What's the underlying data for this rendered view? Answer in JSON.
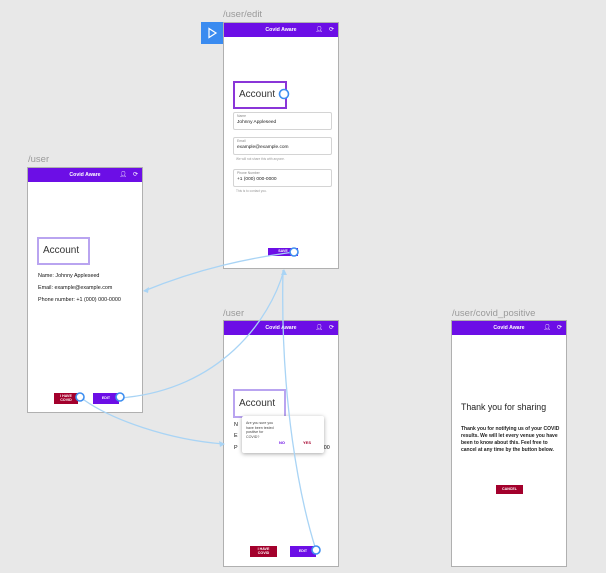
{
  "app": {
    "title": "Covid Aware",
    "icons": [
      "person-icon",
      "logout-icon"
    ]
  },
  "routes": {
    "user_left": "/user",
    "user_edit": "/user/edit",
    "user_dialog": "/user",
    "user_covid_positive": "/user/covid_positive"
  },
  "user_screen": {
    "heading": "Account",
    "name_line": "Name: Johnny Appleseed",
    "email_line": "Email: example@example.com",
    "phone_line": "Phone number: +1 (000) 000-0000",
    "covid_button": "I HAVE\nCOVID",
    "edit_button": "EDIT"
  },
  "edit_screen": {
    "heading": "Account",
    "name_label": "Name",
    "name_value": "Johnny Appleseed",
    "email_label": "Email",
    "email_value": "example@example.com",
    "email_hint": "We will not share this with anyone.",
    "phone_label": "Phone Number",
    "phone_value": "+1 (000) 000-0000",
    "phone_hint": "This is to contact you.",
    "save_button": "SAVE"
  },
  "dialog_screen": {
    "heading": "Account",
    "partial_n": "N",
    "partial_e": "E",
    "partial_p": "P",
    "partial_tail": "000-0000",
    "dialog_message": "Are you sure you have been tested positive for COVID?",
    "no_button": "NO",
    "yes_button": "YES",
    "covid_button": "I HAVE\nCOVID",
    "edit_button": "EDIT"
  },
  "positive_screen": {
    "title": "Thank you for sharing",
    "body": "Thank you for notifying us of your COVID results. We will let every venue you have been to know about this. Feel free to cancel at any time by the button below.",
    "cancel_button": "CANCEL"
  },
  "colors": {
    "appbar": "#6c0ee6",
    "danger": "#a3002c",
    "connector": "#a9d4f5",
    "handle": "#3d8ef0"
  }
}
